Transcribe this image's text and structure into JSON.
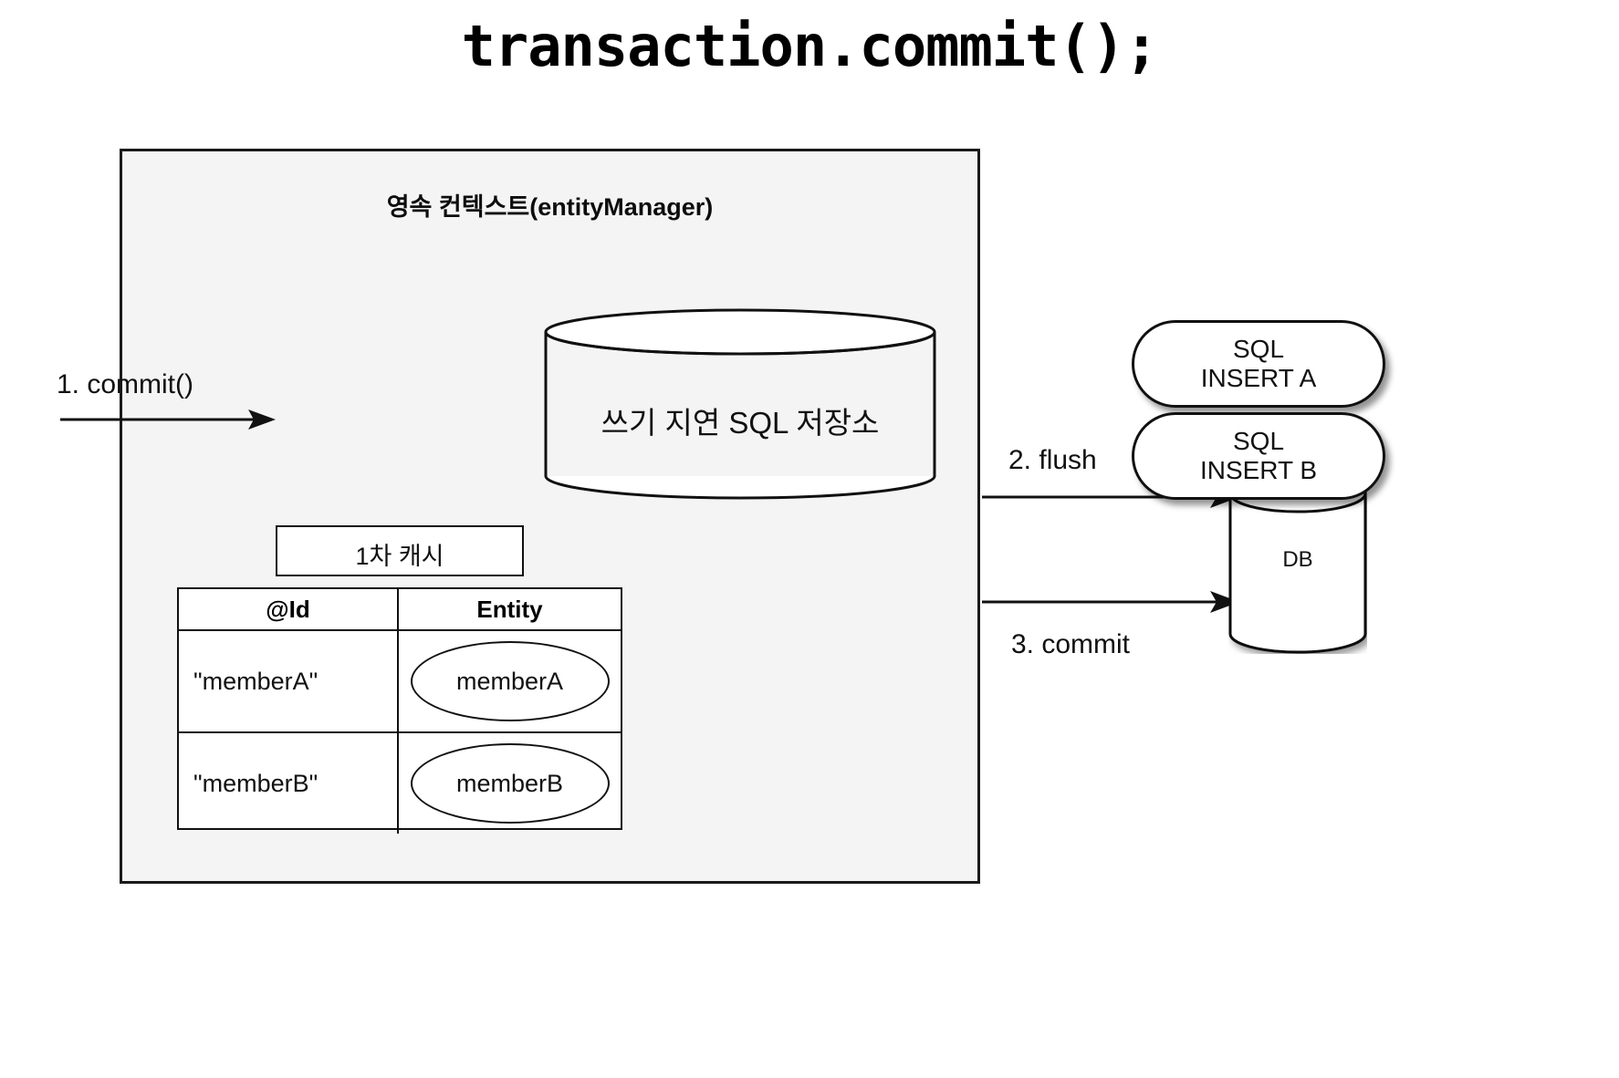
{
  "title": "transaction.commit();",
  "persistence_context": {
    "label": "영속 컨텍스트(entityManager)",
    "sql_store": {
      "label": "쓰기 지연 SQL 저장소",
      "icon": "cylinder-icon"
    },
    "first_level_cache": {
      "tab_label": "1차 캐시",
      "columns": [
        "@Id",
        "Entity"
      ],
      "rows": [
        {
          "id": "\"memberA\"",
          "entity": "memberA"
        },
        {
          "id": "\"memberB\"",
          "entity": "memberB"
        }
      ]
    }
  },
  "arrows": [
    {
      "name": "commit-arrow",
      "label": "1. commit()"
    },
    {
      "name": "flush-arrow",
      "label": "2. flush"
    },
    {
      "name": "db-commit-arrow",
      "label": "3. commit"
    }
  ],
  "database": {
    "label": "DB",
    "icon": "database-cylinder-icon"
  },
  "sql_cards": [
    {
      "line1": "SQL",
      "line2": "INSERT A"
    },
    {
      "line1": "SQL",
      "line2": "INSERT B"
    }
  ],
  "colors": {
    "background": "#ffffff",
    "context_fill": "#f4f4f4",
    "stroke": "#111111",
    "text": "#111111"
  }
}
